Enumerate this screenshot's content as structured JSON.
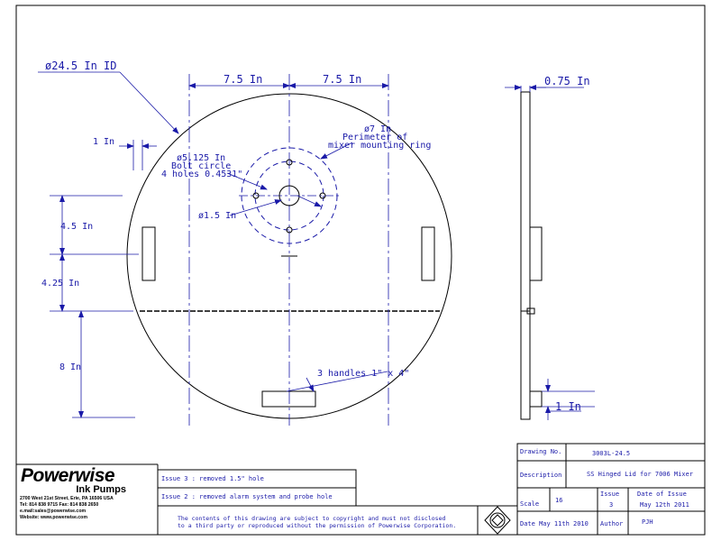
{
  "dimensions": {
    "id_diameter": "ø24.5 In ID",
    "left_half": "7.5 In",
    "right_half": "7.5 In",
    "one_inch": "1 In",
    "mixer_ring_d": "ø7 In",
    "mixer_ring_1": "Perimeter of",
    "mixer_ring_2": "mixer mounting ring",
    "bolt_circle_1": "ø5.125 In",
    "bolt_circle_2": "Bolt circle",
    "bolt_circle_3": "4 holes 0.4531\"",
    "center_hole": "ø1.5 In",
    "v_4_5": "4.5 In",
    "v_4_25": "4.25 In",
    "v_8": "8 In",
    "handles": "3 handles 1\" x 4\"",
    "side_thickness": "0.75 In",
    "side_one_inch": "1 In"
  },
  "title_block": {
    "drawing_no_label": "Drawing No.",
    "drawing_no": "3003L-24.5",
    "description_label": "Description",
    "description": "SS Hinged Lid for 7006 Mixer",
    "scale_label": "Scale",
    "scale": "16",
    "issue_label": "Issue",
    "issue": "3",
    "date_of_issue_label": "Date of Issue",
    "date_of_issue": "May 12th 2011",
    "date_label": "Date May 11th 2010",
    "author_label": "Author",
    "author": "PJH"
  },
  "revisions": [
    "Issue 3 : removed 1.5\" hole",
    "Issue 2 : removed alarm system and probe hole"
  ],
  "copyright": {
    "line1": "The contents of this drawing are subject to copyright and must not disclosed",
    "line2": "to a third party or reproduced without the permission of Powerwise Corporation."
  },
  "company": {
    "name": "Powerwise",
    "sub": "Ink Pumps",
    "address": "2700 West 21st Street, Erie, PA 16506 USA",
    "phone": "Tel: 814 838 9715  Fax: 814 838 2650",
    "email": "e.mail:sales@powerwise.com",
    "website": "Website: www.powerwise.com"
  },
  "colors": {
    "line": "#000000",
    "dimension": "#1a1aa8",
    "centerline": "#1a1aa8"
  }
}
